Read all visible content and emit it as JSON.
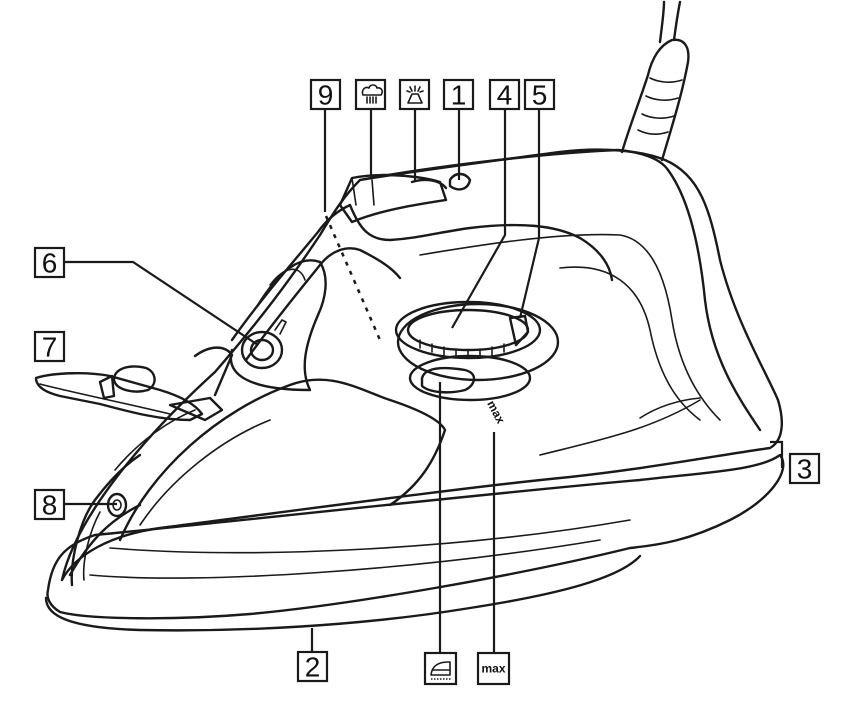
{
  "callouts": [
    {
      "id": "1",
      "label": "1"
    },
    {
      "id": "2",
      "label": "2"
    },
    {
      "id": "3",
      "label": "3"
    },
    {
      "id": "4",
      "label": "4"
    },
    {
      "id": "5",
      "label": "5"
    },
    {
      "id": "6",
      "label": "6"
    },
    {
      "id": "7",
      "label": "7"
    },
    {
      "id": "8",
      "label": "8"
    },
    {
      "id": "9",
      "label": "9"
    }
  ],
  "icons": {
    "steam_burst": "steam-burst-icon",
    "spray": "spray-icon",
    "ironing_setting": "iron-temperature-icon"
  },
  "dial_mark": "max",
  "max_box_label": "max"
}
